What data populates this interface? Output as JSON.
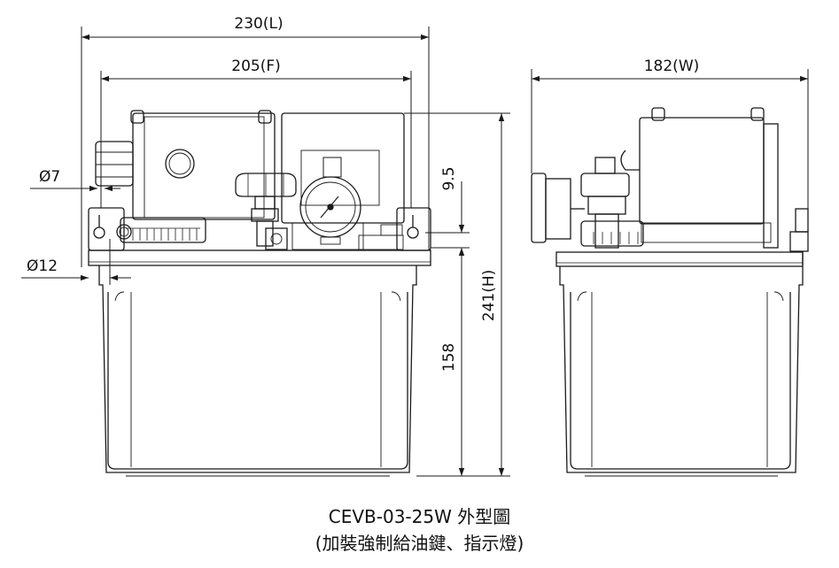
{
  "dimensions": {
    "length": "230(L)",
    "front": "205(F)",
    "width": "182(W)",
    "dia_small": "Ø7",
    "dia_large": "Ø12",
    "offset": "9.5",
    "height": "241(H)",
    "tank_height": "158"
  },
  "caption": {
    "title": "CEVB-03-25W 外型圖",
    "subtitle": "(加裝強制給油鍵、指示燈)"
  },
  "colors": {
    "line": "#1a1a1a",
    "background": "#ffffff"
  }
}
